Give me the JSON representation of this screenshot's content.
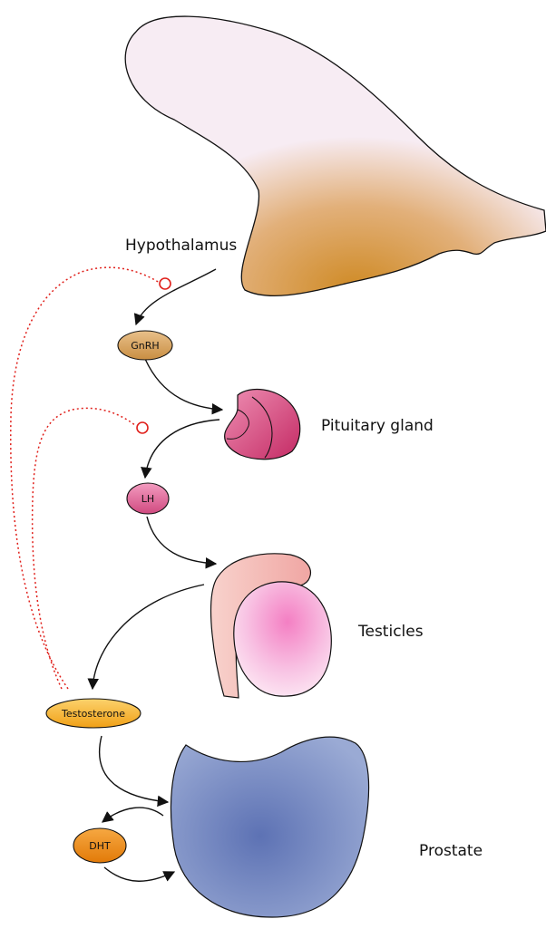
{
  "labels": {
    "hypothalamus": "Hypothalamus",
    "pituitary": "Pituitary gland",
    "testicles": "Testicles",
    "prostate": "Prostate"
  },
  "hormones": {
    "gnrh": "GnRH",
    "lh": "LH",
    "testosterone": "Testosterone",
    "dht": "DHT"
  },
  "colors": {
    "hypothalamus_fill": "#f7ecf3",
    "hypothalamus_accent": "#d4912a",
    "gnrh": "#d4a262",
    "pituitary": "#d6467a",
    "lh": "#e06a96",
    "testicles": "#f59ad0",
    "testicles_duct": "#f3b3ad",
    "testosterone": "#f5b02a",
    "dht": "#ef8a10",
    "prostate": "#7f93c6",
    "inhibition": "#e0201b",
    "arrow": "#111111"
  }
}
